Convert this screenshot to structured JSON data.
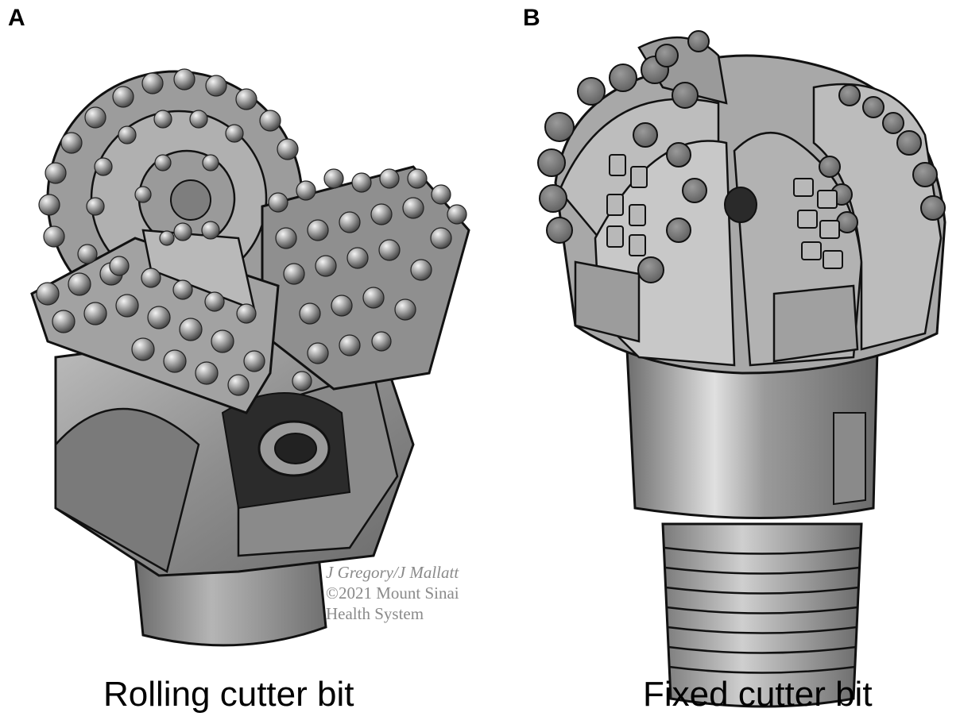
{
  "panels": [
    {
      "letter": "A",
      "caption": "Rolling cutter bit",
      "illustration": "rolling-cutter-bit-illustration"
    },
    {
      "letter": "B",
      "caption": "Fixed cutter bit",
      "illustration": "fixed-cutter-bit-illustration"
    }
  ],
  "credit": {
    "line1": "J Gregory/J Mallatt",
    "line2": "©2021 Mount Sinai",
    "line3": "Health System"
  }
}
